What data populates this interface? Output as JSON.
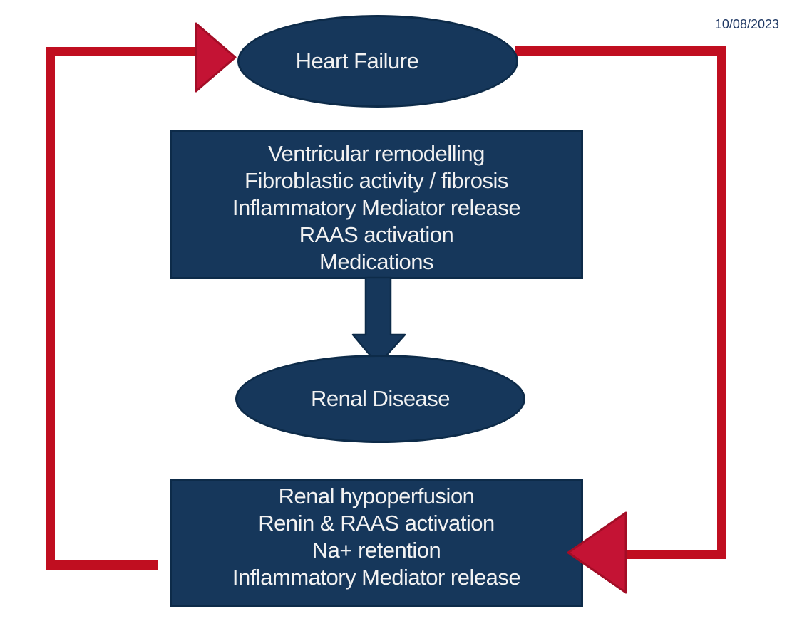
{
  "slide": {
    "date": "10/08/2023"
  },
  "colors": {
    "background": "#ffffff",
    "shape_fill": "#16375B",
    "shape_border": "#0D2B49",
    "shape_text": "#F2F2F2",
    "cycle_line_red": "#C00E20",
    "arrowhead_fill": "#C41334",
    "arrowhead_border": "#A30D26",
    "date_text": "#1F3864"
  },
  "diagram": {
    "heart_failure": {
      "label": "Heart Failure"
    },
    "upper_box": {
      "lines": [
        "Ventricular remodelling",
        "Fibroblastic activity / fibrosis",
        "Inflammatory Mediator release",
        "RAAS activation",
        "Medications"
      ]
    },
    "renal_disease": {
      "label": "Renal Disease"
    },
    "lower_box": {
      "lines": [
        "Renal hypoperfusion",
        "Renin & RAAS activation",
        "Na+ retention",
        "Inflammatory Mediator release"
      ]
    }
  }
}
